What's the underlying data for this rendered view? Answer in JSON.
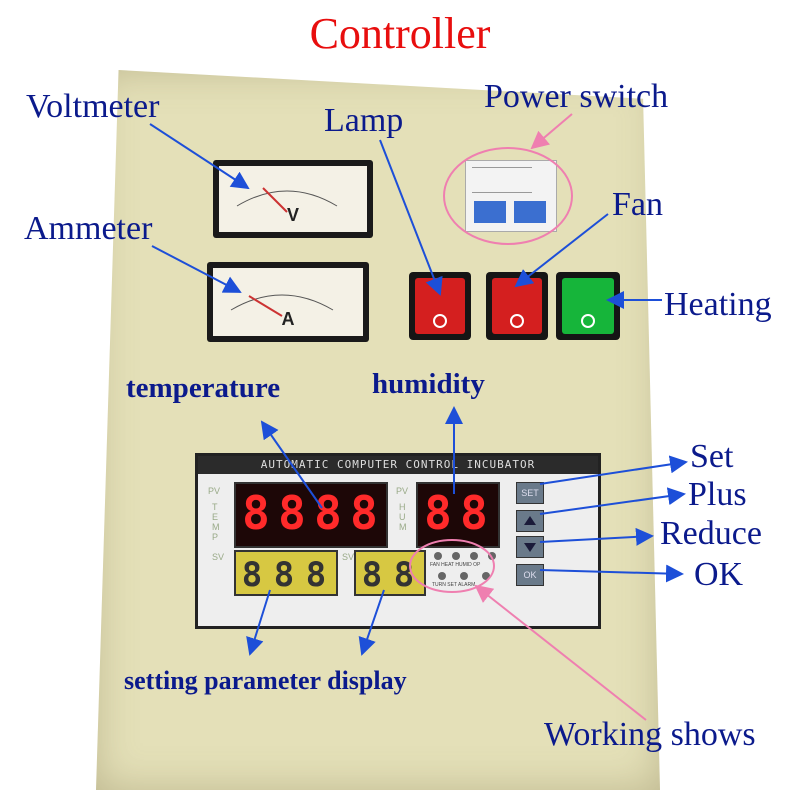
{
  "title": "Controller",
  "labels": {
    "voltmeter": "Voltmeter",
    "ammeter": "Ammeter",
    "lamp": "Lamp",
    "power_switch": "Power switch",
    "fan": "Fan",
    "heating": "Heating",
    "temperature": "temperature",
    "humidity": "humidity",
    "set": "Set",
    "plus": "Plus",
    "reduce": "Reduce",
    "ok": "OK",
    "setting_display": "setting parameter display",
    "working_shows": "Working shows"
  },
  "device": {
    "header": "AUTOMATIC COMPUTER CONTROL INCUBATOR",
    "voltmeter_letter": "V",
    "ammeter_letter": "A",
    "pv_label": "PV",
    "sv_label": "SV",
    "temp_side": "TEMP",
    "hum_side": "HUM",
    "key_set": "SET",
    "key_ok": "OK",
    "indicators_top": [
      "FAN",
      "HEAT",
      "HUMID",
      "OP"
    ],
    "indicators_bottom": [
      "TURN",
      "SET",
      "ALARM"
    ]
  },
  "colors": {
    "title": "#e80e0e",
    "label": "#0b1a8c",
    "arrow_blue": "#1d4fd8",
    "arrow_pink": "#ef7fb0",
    "lamp_switch": "#d41f1f",
    "fan_switch": "#d41f1f",
    "heating_switch": "#16b53a"
  },
  "icons": {
    "up_key": "triangle-up-icon",
    "down_key": "triangle-down-icon"
  }
}
